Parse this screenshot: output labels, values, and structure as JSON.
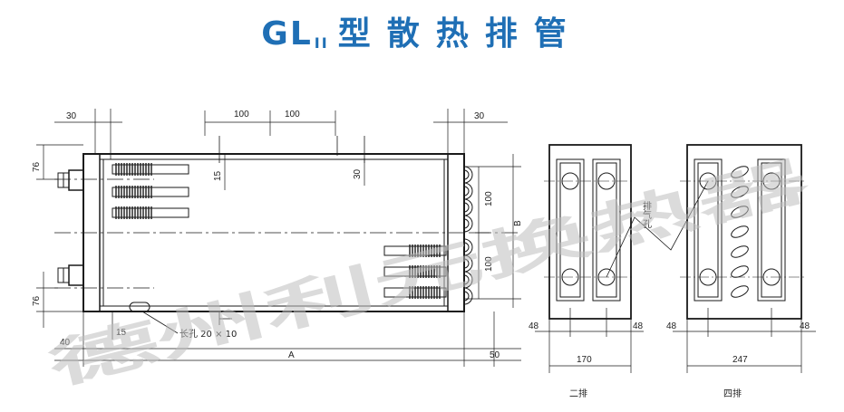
{
  "title": {
    "prefix": "GL",
    "subscript": "II",
    "chinese": "型散热排管",
    "color": "#1f6fb5"
  },
  "dimensions": {
    "top_left_30": "30",
    "top_100_a": "100",
    "top_100_b": "100",
    "top_right_30": "30",
    "left_76_top": "76",
    "left_76_bottom": "76",
    "dim_15_vertical": "15",
    "dim_30_vertical": "30",
    "right_100_upper": "100",
    "right_100_lower": "100",
    "right_B": "B",
    "bottom_15": "15",
    "bottom_40": "40",
    "bottom_A": "A",
    "bottom_50": "50",
    "view2_48_left": "48",
    "view2_48_right": "48",
    "view2_170": "170",
    "view4_48_left": "48",
    "view4_48_right": "48",
    "view4_247": "247"
  },
  "labels": {
    "slot_note": "长孔 20 × 10",
    "vent_note": "排气孔",
    "view2_caption": "二排",
    "view4_caption": "四排"
  },
  "watermark": "德州利元换热器",
  "colors": {
    "line": "#1a1a1a",
    "watermark": "#bdbdbd"
  }
}
